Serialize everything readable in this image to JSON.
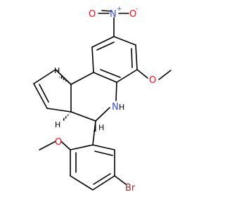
{
  "molecule": {
    "atoms": {
      "nitro_n": "N",
      "nitro_n_charge": "+",
      "nitro_o_left": "O",
      "nitro_o_right": "O",
      "nitro_o_charge": "-",
      "methoxy_o_right": "O",
      "amine_n": "N",
      "amine_h": "H",
      "methoxy_o_left": "O",
      "bromine": "Br",
      "stereo_h_top": "H",
      "stereo_h_mid": "H",
      "stereo_h_c4": "H"
    },
    "colors": {
      "bond": "#000000",
      "nitrogen": "#3050f8",
      "oxygen": "#ff0d0d",
      "bromine": "#a62929",
      "hydrogen": "#000000"
    }
  }
}
